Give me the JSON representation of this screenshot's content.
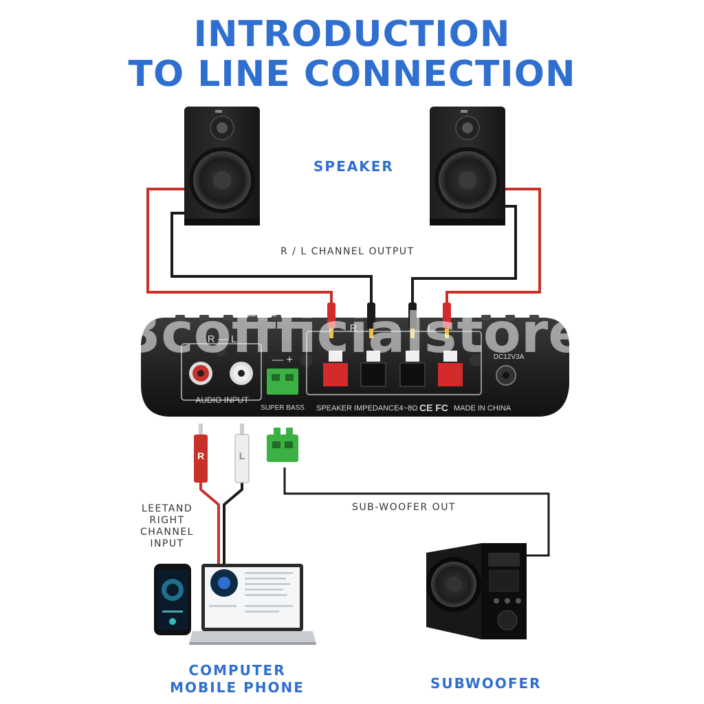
{
  "title": {
    "line1": "INTRODUCTION",
    "line2": "TO LINE CONNECTION"
  },
  "labels": {
    "speaker": "SPEAKER",
    "channel_output": "R / L  CHANNEL OUTPUT",
    "input_line1": "LEETAND",
    "input_line2": "RIGHT",
    "input_line3": "CHANNEL INPUT",
    "subwoofer_out": "SUB-WOOFER OUT",
    "computer": "COMPUTER",
    "mobile_phone": "MOBILE PHONE",
    "subwoofer": "SUBWOOFER"
  },
  "watermark": "3coffficialstore",
  "amplifier": {
    "rl_marker": "R — L",
    "audio_input": "AUDIO INPUT",
    "super_bass": "SUPER BASS",
    "polarity": "— +",
    "terminal_r": "R",
    "terminal_l": "L",
    "impedance": "SPEAKER IMPEDANCE4~8Ω",
    "cert": "CE FC",
    "made_in": "MADE IN CHINA",
    "dc": "DC12V3A"
  },
  "connectors": {
    "rca_r": "R",
    "rca_l": "L"
  },
  "colors": {
    "accent_blue": "#2f6fd0",
    "wire_red": "#c8302a",
    "wire_black": "#1a1a1a",
    "terminal_green": "#3cb043"
  }
}
